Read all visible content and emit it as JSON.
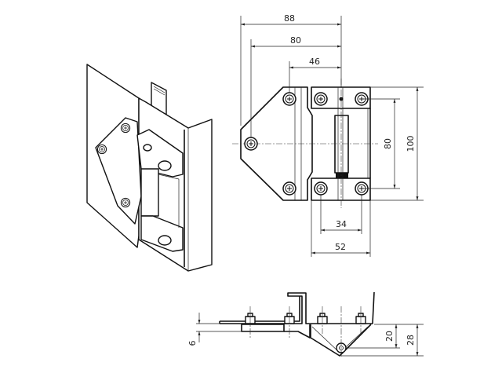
{
  "drawing": {
    "front_view": {
      "dimensions": {
        "overall_width": "88",
        "screw_span_left": "80",
        "screw_to_axis": "46",
        "screw_vertical_span": "80",
        "overall_height": "100",
        "right_screw_span": "34",
        "right_leaf_width": "52"
      }
    },
    "side_view": {
      "dimensions": {
        "plate_thickness": "6",
        "axis_depth": "20",
        "overall_depth": "28"
      }
    }
  }
}
